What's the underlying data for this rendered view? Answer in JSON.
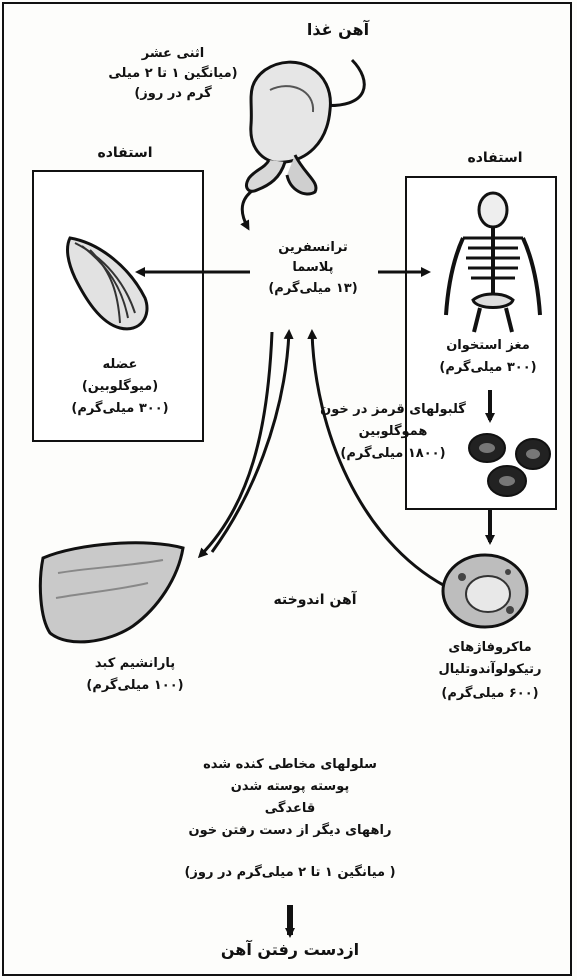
{
  "food_iron": "آهن غذا",
  "duodenum": {
    "name": "اثنی عشر",
    "avg_line1": "(میانگین ۱ تا ۲ میلی",
    "avg_line2": "گرم در روز)"
  },
  "use_left": "استفاده",
  "use_right": "استفاده",
  "transferrin": {
    "line1": "ترانسفرین",
    "line2": "پلاسما",
    "line3": "(۱۳ میلی‌گرم)"
  },
  "muscle": {
    "line1": "عضله",
    "line2": "(میوگلوبین)",
    "line3": "(۳۰۰ میلی‌گرم)"
  },
  "bone_marrow": {
    "line1": "مغز استخوان",
    "line2": "(۳۰۰ میلی‌گرم)"
  },
  "rbc": {
    "line1": "گلبولهای قرمز در خون",
    "line2": "هموگلوبین",
    "line3": "(۱۸۰۰ میلی‌گرم)"
  },
  "stored_iron": "آهن اندوخته",
  "liver": {
    "line1": "پارانشیم کبد",
    "line2": "(۱۰۰ میلی‌گرم)"
  },
  "macrophages": {
    "line1": "ماکروفاژهای",
    "line2": "رتیکولوآندوتلیال",
    "line3": "(۶۰۰ میلی‌گرم)"
  },
  "losses": {
    "line1": "سلولهای مخاطی کنده شده",
    "line2": "پوسته پوسته شدن",
    "line3": "قاعدگی",
    "line4": "راههای دیگر از دست رفتن خون",
    "line5": "( میانگین ۱ تا ۲ میلی‌گرم در روز)"
  },
  "iron_loss": "ازدست رفتن آهن"
}
